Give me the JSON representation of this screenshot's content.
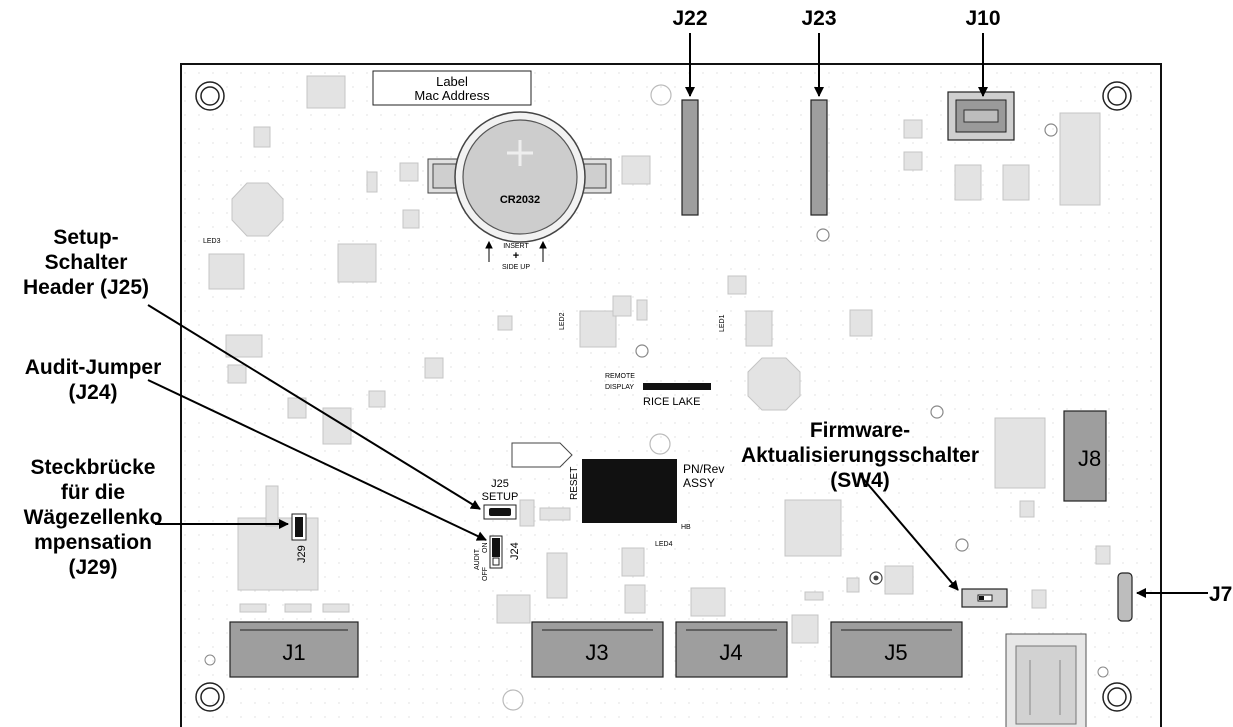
{
  "label_box": {
    "line1": "Label",
    "line2": "Mac Address"
  },
  "battery": {
    "text": "CR2032",
    "insert_line1": "INSERT",
    "insert_plus": "+",
    "insert_line2": "SIDE UP"
  },
  "board_text": {
    "remote_display_1": "REMOTE",
    "remote_display_2": "DISPLAY",
    "brand": "RICE LAKE",
    "reset": "RESET",
    "pn_rev": "PN/Rev",
    "assy": "ASSY",
    "j25": "J25",
    "setup": "SETUP",
    "j24": "J24",
    "j29": "J29",
    "audit": "AUDIT",
    "on": "ON",
    "off": "OFF",
    "hb": "HB",
    "led4": "LED4",
    "led3": "LED3",
    "led2": "LED2",
    "led1": "LED1"
  },
  "connectors": {
    "j1": "J1",
    "j3": "J3",
    "j4": "J4",
    "j5": "J5",
    "j8": "J8"
  },
  "callouts": {
    "j22": "J22",
    "j23": "J23",
    "j10": "J10",
    "j7": "J7",
    "setup_switch": [
      "Setup-",
      "Schalter",
      "Header (J25)"
    ],
    "audit_jumper": [
      "Audit-Jumper",
      "(J24)"
    ],
    "loadcell_jumper": [
      "Steckbrücke",
      "für die",
      "Wägezellenko",
      "mpensation",
      "(J29)"
    ],
    "firmware_switch": [
      "Firmware-",
      "Aktualisierungsschalter",
      "(SW4)"
    ]
  }
}
